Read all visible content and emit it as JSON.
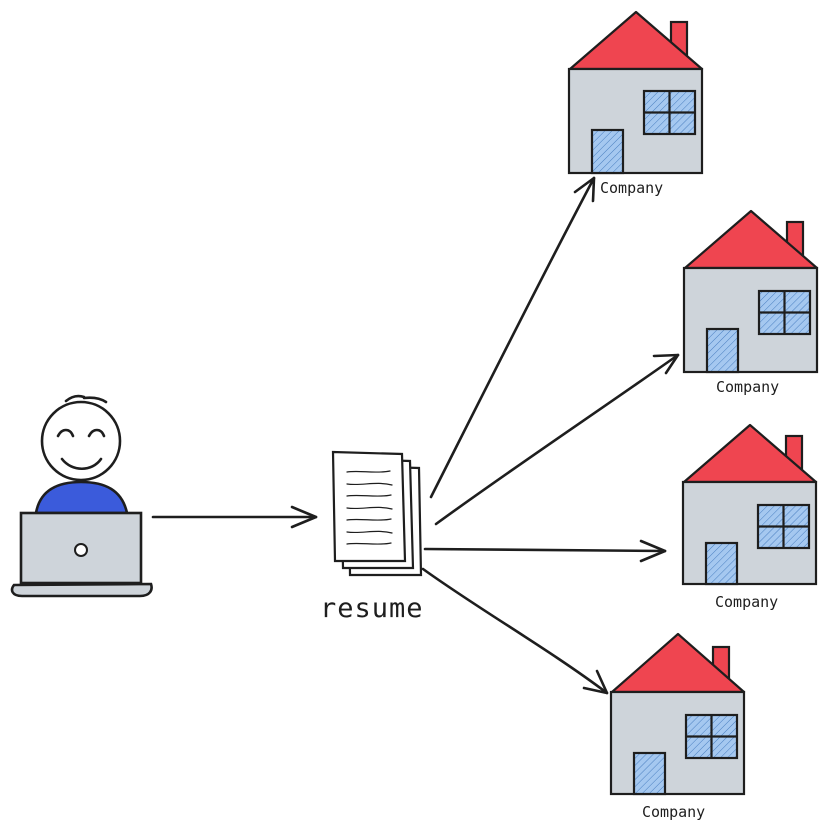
{
  "colors": {
    "stroke": "#1e1e1e",
    "person_shirt": "#3b5bdb",
    "laptop": "#ced4da",
    "house_wall": "#ced4da",
    "house_roof": "#ef4550",
    "house_window": "#a5c8f0"
  },
  "labels": {
    "resume": "resume",
    "company_1": "Company",
    "company_2": "Company",
    "company_3": "Company",
    "company_4": "Company"
  },
  "icons": {
    "person": "person-at-laptop-icon",
    "document": "resume-document-stack-icon",
    "house": "house-icon",
    "arrow": "arrow-icon"
  }
}
